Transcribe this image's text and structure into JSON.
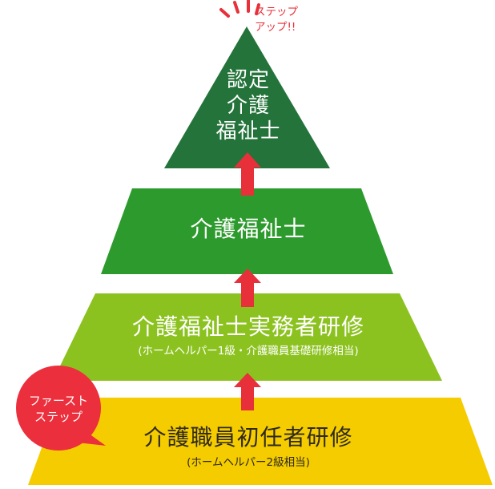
{
  "colors": {
    "tier4": "#23733a",
    "tier3": "#2d9a2d",
    "tier2": "#8cc220",
    "tier1": "#f5cc00",
    "arrow": "#e8303a",
    "badge": "#ec2f3d"
  },
  "top_label": "ステップ\nアップ!!",
  "badge_label": "ファースト\nステップ",
  "tiers": [
    {
      "title": "介護職員初任者研修",
      "subtitle": "(ホームヘルパー2級相当)"
    },
    {
      "title": "介護福祉士実務者研修",
      "subtitle": "(ホームヘルパー1級・介護職員基礎研修相当)"
    },
    {
      "title": "介護福祉士",
      "subtitle": ""
    },
    {
      "title": "認定\n介護\n福祉士",
      "subtitle": ""
    }
  ]
}
